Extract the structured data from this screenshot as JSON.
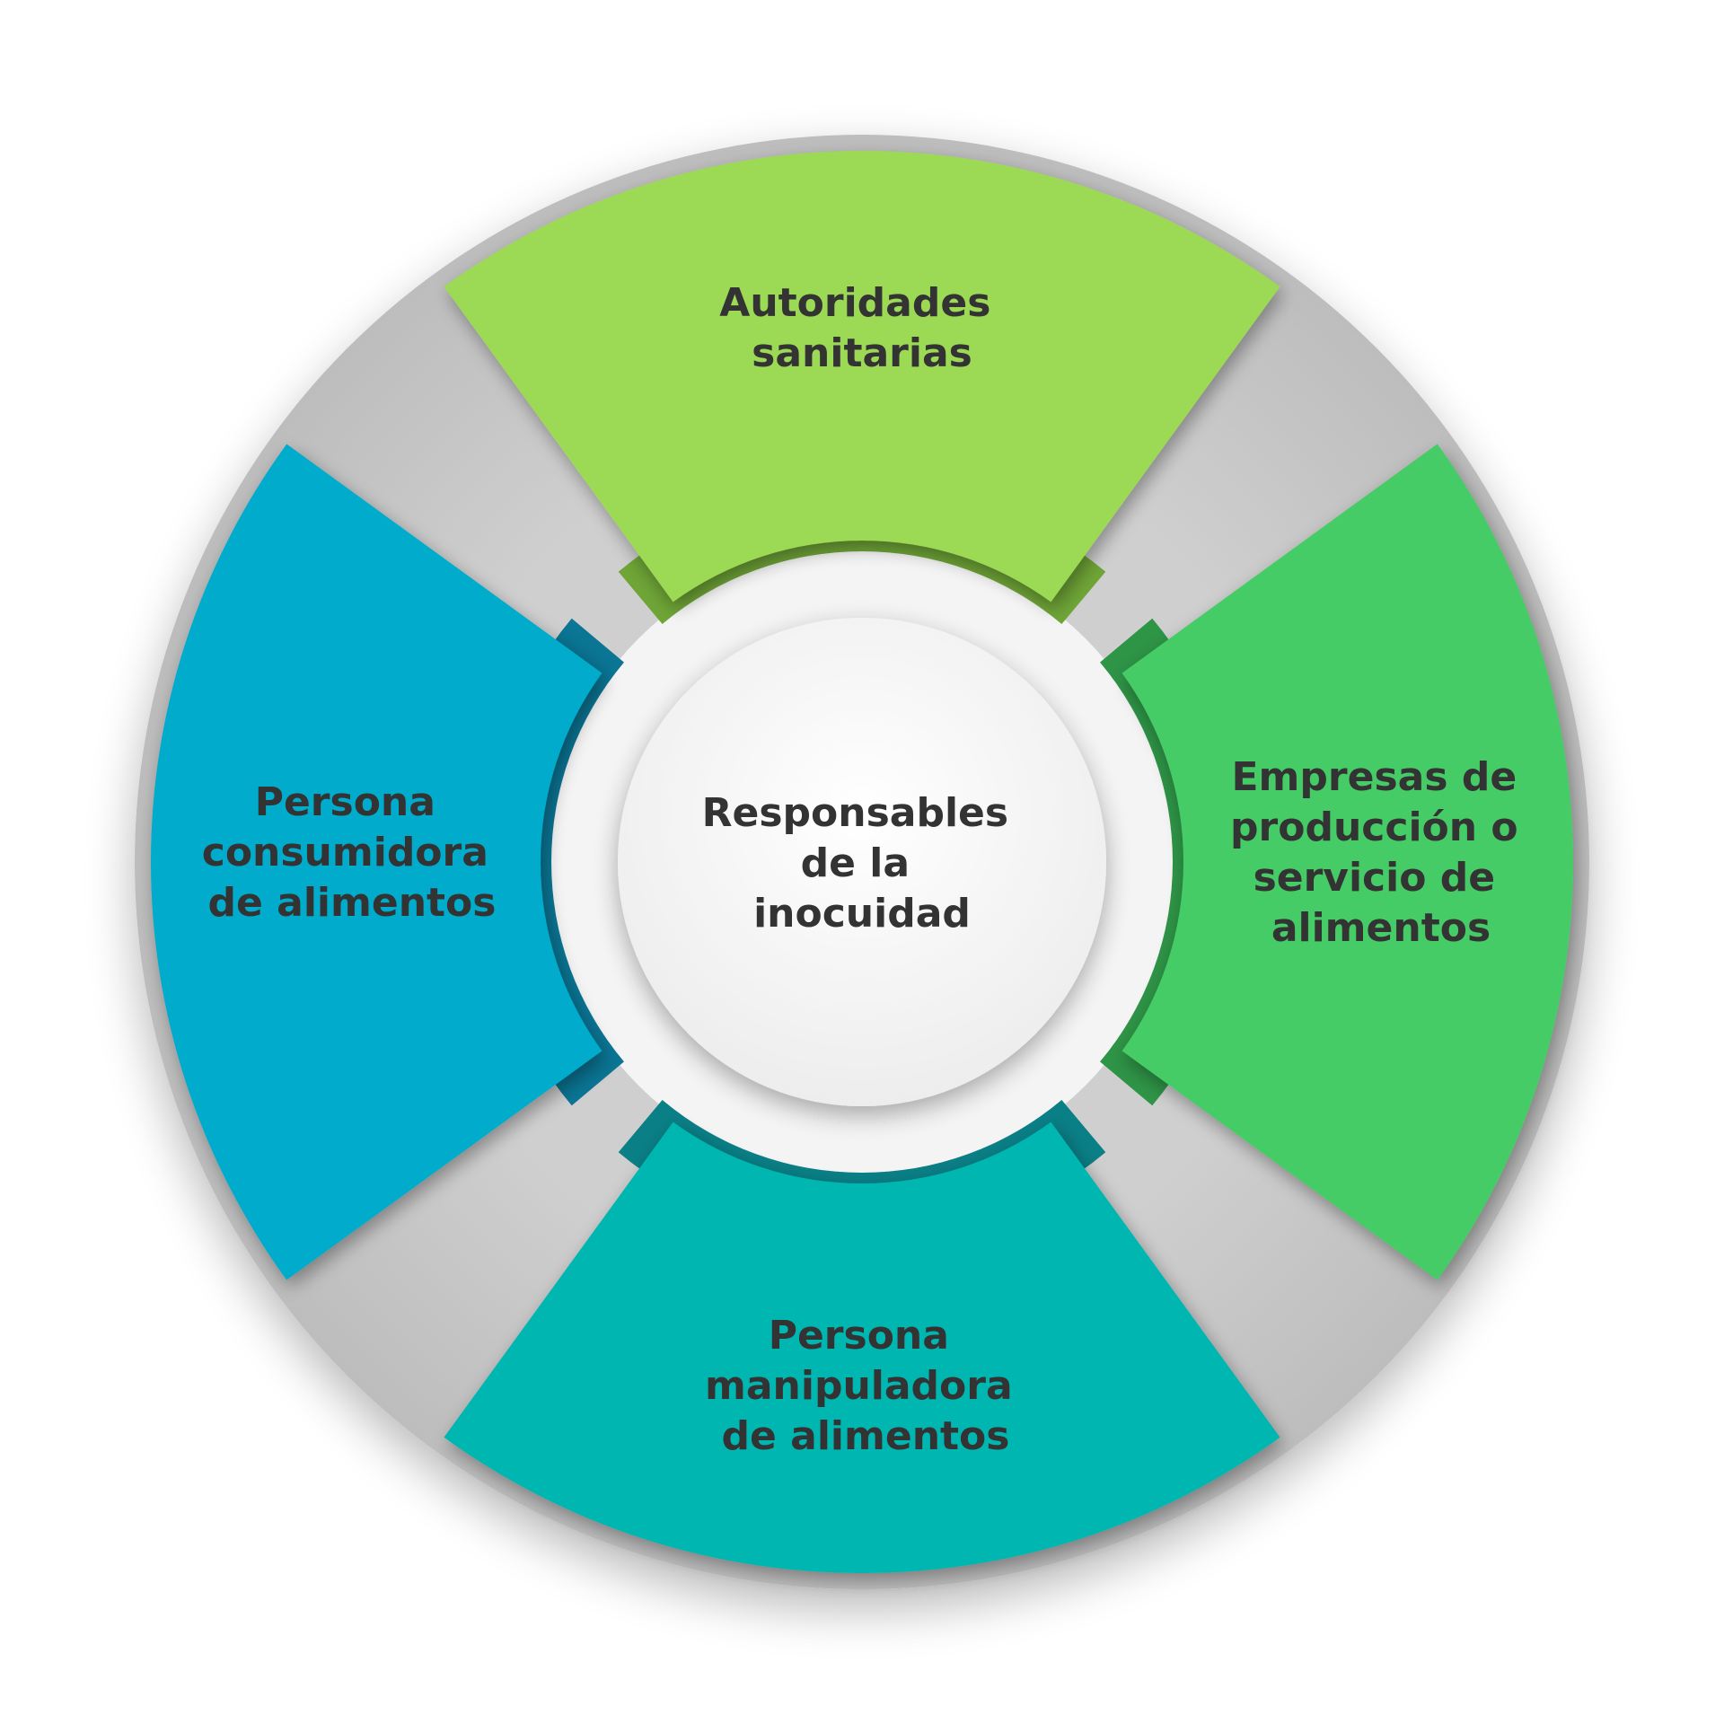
{
  "center": {
    "lines": [
      "Responsables",
      "de la",
      "inocuidad"
    ]
  },
  "segments": [
    {
      "id": "top",
      "lines": [
        "Autoridades",
        "sanitarias"
      ],
      "color": "#9CDA55",
      "shade": "#6FA537"
    },
    {
      "id": "right",
      "lines": [
        "Empresas de",
        "producción o",
        "servicio de",
        "alimentos"
      ],
      "color": "#45CC66",
      "shade": "#2E9446"
    },
    {
      "id": "bottom",
      "lines": [
        "Persona",
        "manipuladora",
        "de alimentos"
      ],
      "color": "#00B6B0",
      "shade": "#0A7F86"
    },
    {
      "id": "left",
      "lines": [
        "Persona",
        "consumidora",
        "de alimentos"
      ],
      "color": "#00ABCB",
      "shade": "#0A7594"
    }
  ]
}
